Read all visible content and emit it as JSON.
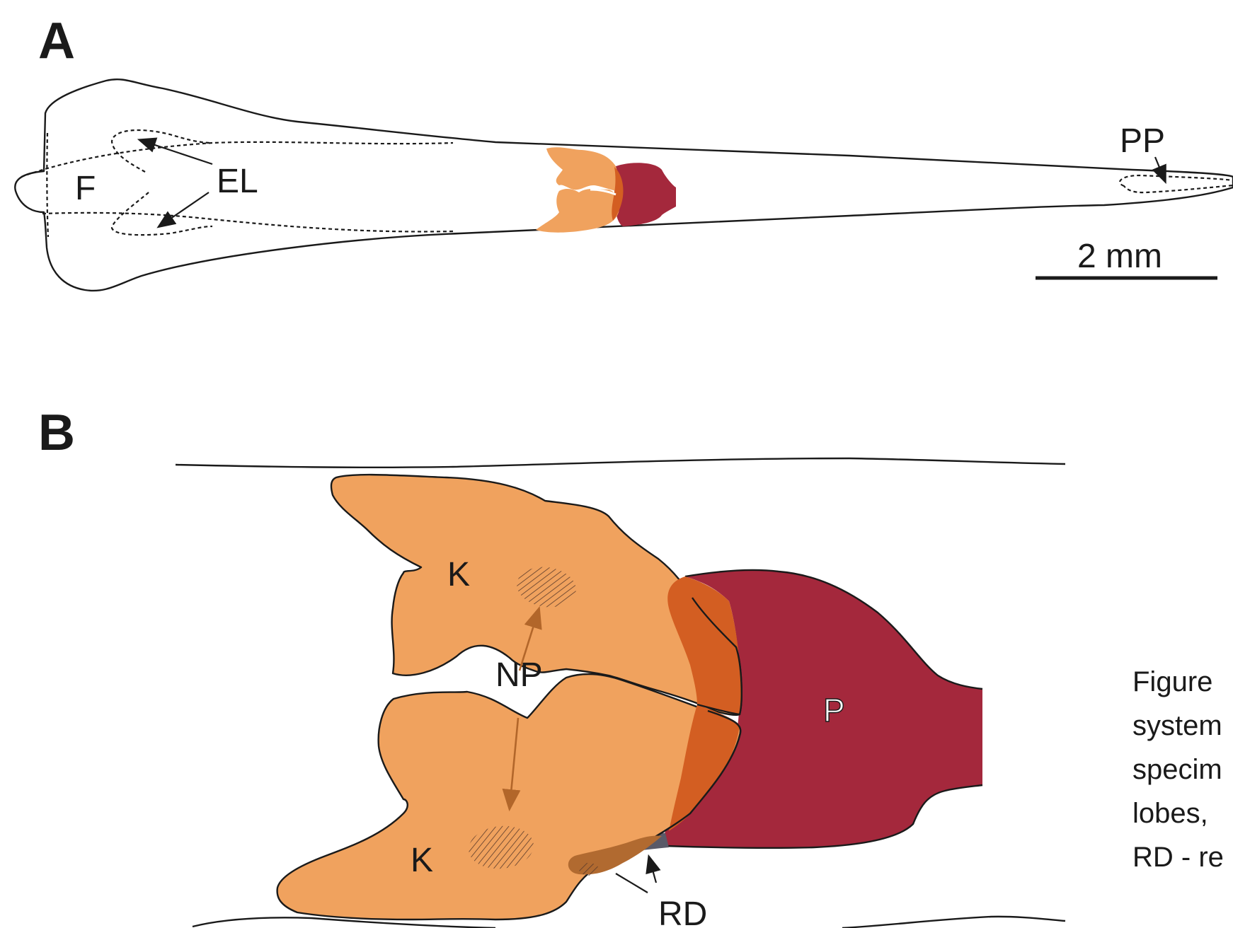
{
  "panels": {
    "a": {
      "letter": "A",
      "labels": {
        "f": "F",
        "el": "EL",
        "pp": "PP"
      },
      "scale_bar": {
        "text": "2 mm"
      }
    },
    "b": {
      "letter": "B",
      "labels": {
        "k_upper": "K",
        "k_lower": "K",
        "np": "NP",
        "p": "P",
        "rd": "RD"
      }
    }
  },
  "caption_lines": [
    "Figure",
    "system",
    "specim",
    "lobes,",
    "RD - re"
  ],
  "colors": {
    "kidney": "#f0a25e",
    "kidney_overlap": "#d35e22",
    "pharynx": "#a4283c",
    "np_arrow": "#b2662a",
    "rd_duct": "#5a5a68"
  }
}
